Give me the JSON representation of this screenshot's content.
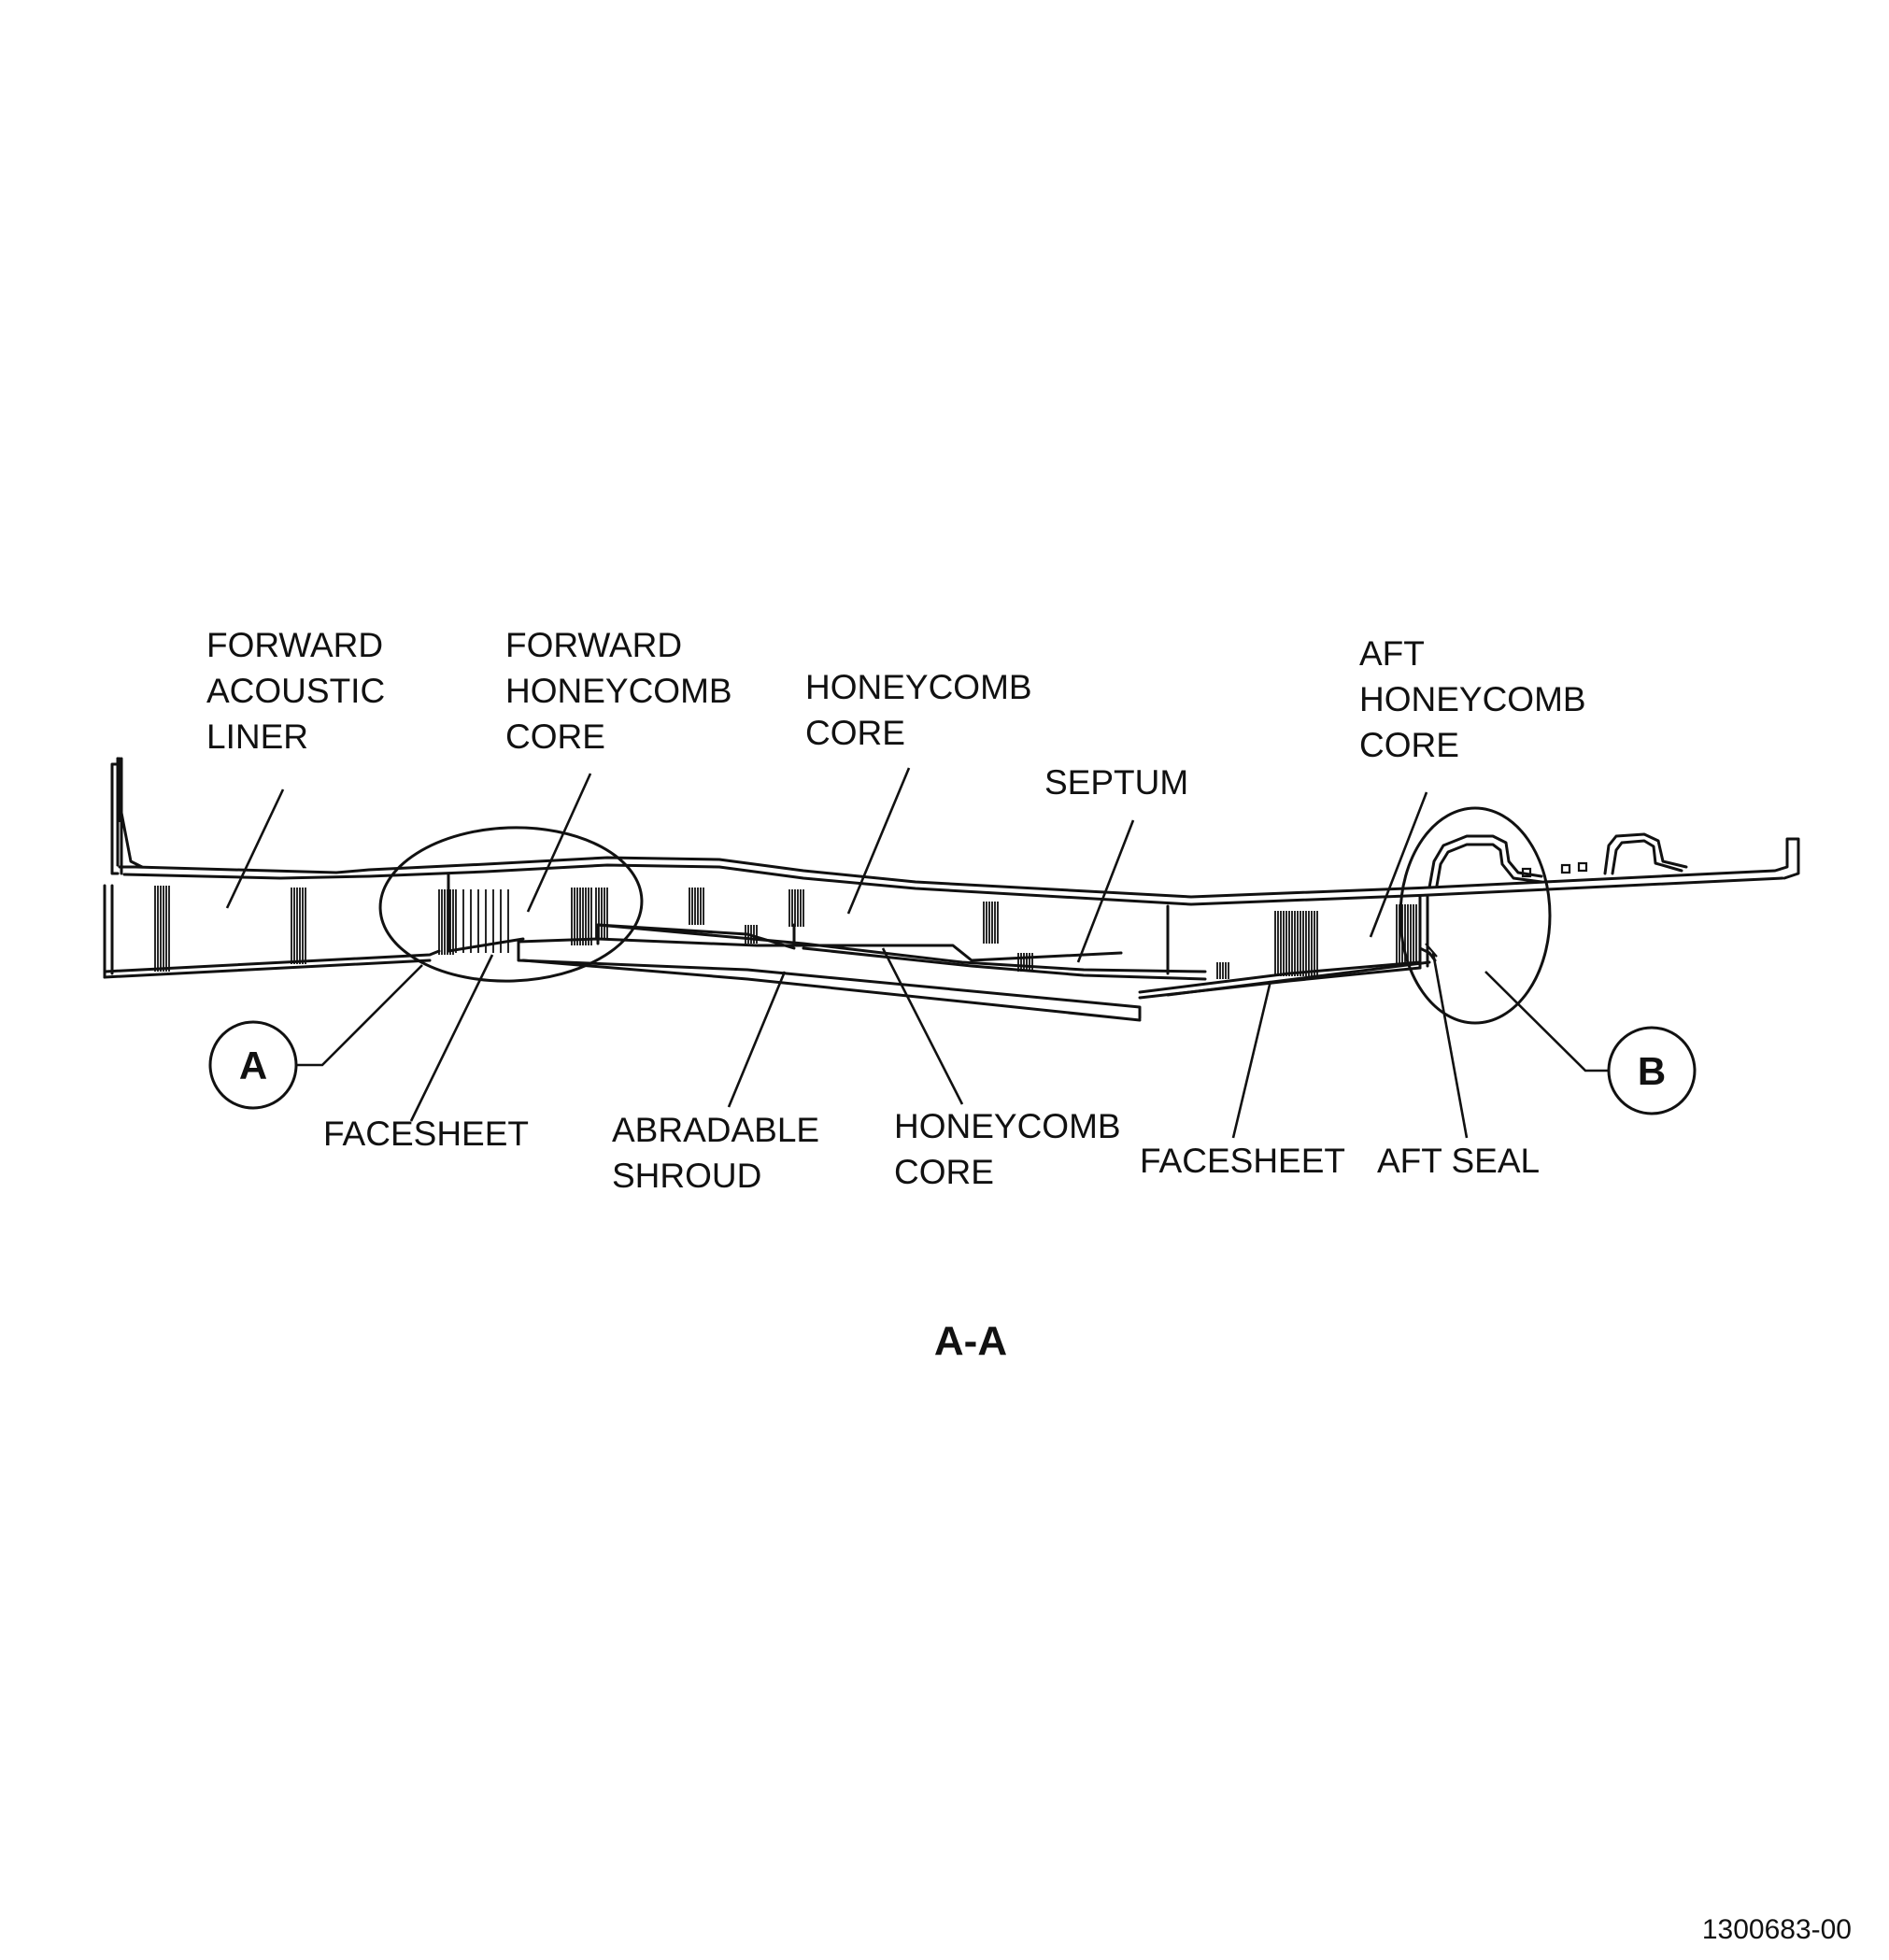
{
  "labels": {
    "forward_acoustic_liner": [
      "FORWARD",
      "ACOUSTIC",
      "LINER"
    ],
    "forward_honeycomb_core": [
      "FORWARD",
      "HONEYCOMB",
      "CORE"
    ],
    "honeycomb_core_upper": [
      "HONEYCOMB",
      "CORE"
    ],
    "septum": [
      "SEPTUM"
    ],
    "aft_honeycomb_core": [
      "AFT",
      "HONEYCOMB",
      "CORE"
    ],
    "facesheet_left": [
      "FACESHEET"
    ],
    "abradable_shroud": [
      "ABRADABLE",
      "SHROUD"
    ],
    "honeycomb_core_lower": [
      "HONEYCOMB",
      "CORE"
    ],
    "facesheet_right": [
      "FACESHEET"
    ],
    "aft_seal": [
      "AFT SEAL"
    ]
  },
  "detail_callouts": {
    "a": "A",
    "b": "B"
  },
  "view_label": "A-A",
  "figure_number": "1300683-00"
}
